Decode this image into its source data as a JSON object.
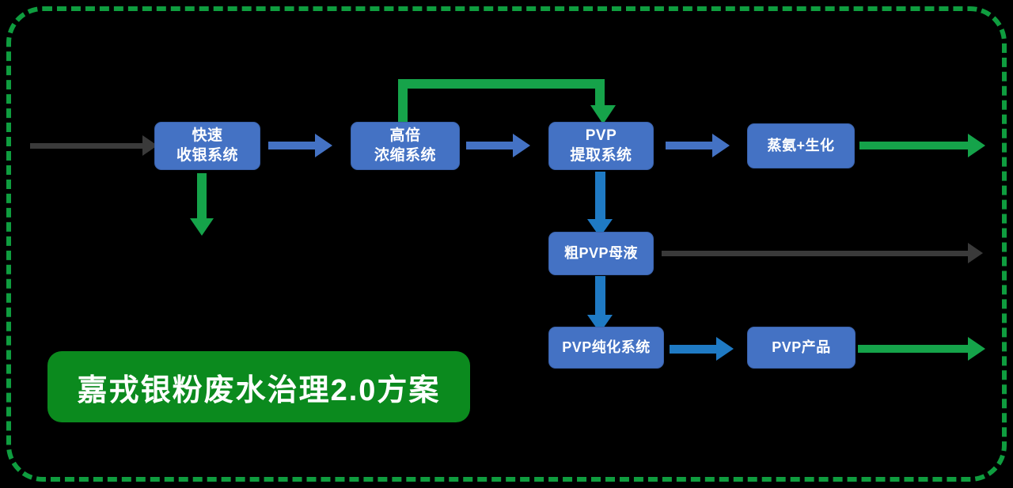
{
  "diagram": {
    "title": "嘉戎银粉废水治理2.0方案",
    "background_color": "#000000",
    "frame_color": "#0f9d3f",
    "node_fill": "#4472C4",
    "banner_fill": "#0b8a1e",
    "arrow_colors": {
      "blue_light": "#4472C4",
      "blue_strong": "#1f7ac4",
      "green": "#15a34a",
      "gray": "#3a3a3a"
    },
    "nodes": [
      {
        "id": "cashier",
        "label": "快速\n收银系统"
      },
      {
        "id": "concentrate",
        "label": "高倍\n浓缩系统"
      },
      {
        "id": "pvp_extract",
        "label": "PVP\n提取系统"
      },
      {
        "id": "ammonia",
        "label": "蒸氨+生化"
      },
      {
        "id": "crude_pvp",
        "label": "粗PVP母液"
      },
      {
        "id": "pvp_purify",
        "label": "PVP纯化系统"
      },
      {
        "id": "pvp_product",
        "label": "PVP产品"
      }
    ],
    "connectors": [
      {
        "id": "inlet",
        "from": "",
        "to": "cashier",
        "color": "gray",
        "orientation": "horizontal"
      },
      {
        "id": "cashier-to-concentrate",
        "from": "cashier",
        "to": "concentrate",
        "color": "blue_light",
        "orientation": "horizontal"
      },
      {
        "id": "cashier-drain",
        "from": "cashier",
        "to": "",
        "color": "green",
        "orientation": "vertical"
      },
      {
        "id": "concentrate-to-pvp",
        "from": "concentrate",
        "to": "pvp_extract",
        "color": "blue_light",
        "orientation": "horizontal"
      },
      {
        "id": "concentrate-recycle",
        "from": "concentrate",
        "to": "pvp_extract",
        "color": "green",
        "orientation": "routed"
      },
      {
        "id": "pvp-to-ammonia",
        "from": "pvp_extract",
        "to": "ammonia",
        "color": "blue_light",
        "orientation": "horizontal"
      },
      {
        "id": "ammonia-outlet",
        "from": "ammonia",
        "to": "",
        "color": "green",
        "orientation": "horizontal"
      },
      {
        "id": "pvp-to-crude",
        "from": "pvp_extract",
        "to": "crude_pvp",
        "color": "blue_strong",
        "orientation": "vertical"
      },
      {
        "id": "crude-outlet",
        "from": "crude_pvp",
        "to": "",
        "color": "gray",
        "orientation": "horizontal"
      },
      {
        "id": "crude-to-purify",
        "from": "crude_pvp",
        "to": "pvp_purify",
        "color": "blue_strong",
        "orientation": "vertical"
      },
      {
        "id": "purify-to-product",
        "from": "pvp_purify",
        "to": "pvp_product",
        "color": "blue_strong",
        "orientation": "horizontal"
      },
      {
        "id": "product-outlet",
        "from": "pvp_product",
        "to": "",
        "color": "green",
        "orientation": "horizontal"
      }
    ]
  }
}
